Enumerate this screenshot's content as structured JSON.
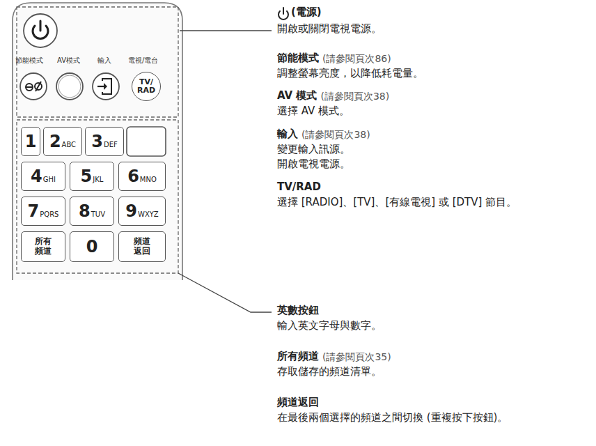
{
  "diagram": {
    "nodes": [
      {
        "text": [
          "TV/ RAD"
        ]
      },
      {
        "text": [
          "1"
        ]
      },
      {
        "text": [
          "2",
          "ABC"
        ]
      },
      {
        "text": [
          "3",
          "DEF"
        ]
      },
      {
        "text": [
          "4",
          "GHI"
        ]
      },
      {
        "text": [
          "5",
          "JKL"
        ]
      },
      {
        "text": [
          "6",
          "MNO"
        ]
      },
      {
        "text": [
          "7",
          "PQRS"
        ]
      },
      {
        "text": [
          "8",
          "TUV"
        ]
      },
      {
        "text": [
          "9",
          "WXYZ"
        ]
      },
      {
        "text": [
          "所有 頻道"
        ]
      },
      {
        "text": [
          "0"
        ]
      },
      {
        "text": [
          "頻道 返回"
        ]
      }
    ],
    "labels": [
      "節能模式",
      "AV模式",
      "輸入",
      "電視/電台",
      "(電源)",
      "開啟或關閉電視電源。",
      "節能模式",
      "(請參閱頁次86)",
      "調整螢幕亮度，以降低耗電量。",
      "AV 模式",
      "(請參閱頁次38)",
      "選擇 AV 模式。",
      "輸入",
      "(請參閱頁次38)",
      "變更輸入訊源。",
      "開啟電視電源。",
      "TV/RAD",
      "選擇 [RADIO]、[TV]、[有線電視] 或 [DTV] 節目。",
      "英數按鈕",
      "輸入英文字母與數字。",
      "所有頻道",
      "(請參閱頁次35)",
      "存取儲存的頻道清單。",
      "頻道返回",
      "在最後兩個選擇的頻道之間切換 (重複按下按鈕)。"
    ]
  }
}
